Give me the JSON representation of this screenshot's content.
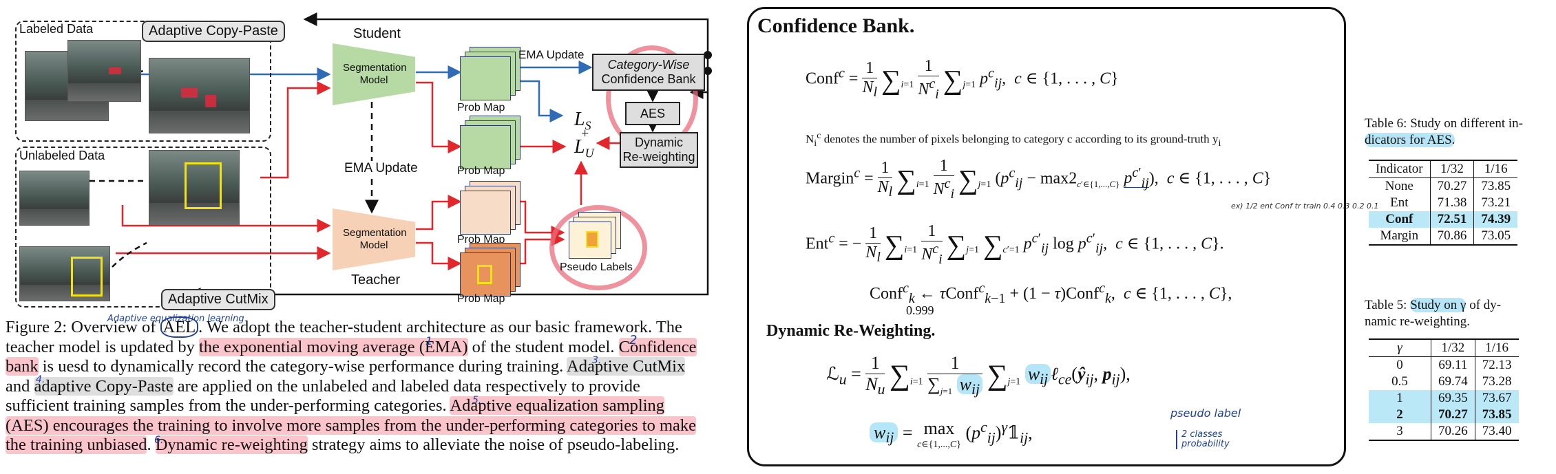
{
  "figure": {
    "labeled_data": "Labeled Data",
    "unlabeled_data": "Unlabeled Data",
    "adaptive_copy_paste": "Adaptive Copy-Paste",
    "adaptive_cutmix": "Adaptive CutMix",
    "student": "Student",
    "teacher": "Teacher",
    "segmentation_model": "Segmentation Model",
    "ema_update_top": "EMA Update",
    "ema_update_mid": "EMA   Update",
    "prob_map": "Prob Map",
    "pseudo_labels": "Pseudo Labels",
    "confidence_bank_line1": "Category-Wise",
    "confidence_bank_line2": "Confidence Bank",
    "aes": "AES",
    "dynamic_reweighting_line1": "Dynamic",
    "dynamic_reweighting_line2": "Re-weighting",
    "loss_s": "L",
    "loss_s_sub": "S",
    "plus": "+",
    "loss_u": "L",
    "loss_u_sub": "U",
    "colors": {
      "student_model": "#b7d9a4",
      "teacher_model": "#f7d1b5",
      "blue_arrow": "#2f6cb5",
      "red_arrow": "#e3262b",
      "yellow_box": "#f3e11a"
    }
  },
  "caption": {
    "line1_a": "Figure 2: Overview of ",
    "line1_ael": "AEL",
    "line1_b": ". We adopt the teacher-student architecture as our basic framework. The",
    "line2_a": "teacher model is updated by ",
    "line2_hl": "the exponential moving average (EMA)",
    "line2_b": " of the student model. ",
    "line2_hl2": "Confidence",
    "line3_hl": "bank",
    "line3_b": " is uesd to dynamically record the category-wise performance during training. ",
    "line3_hl2": "Adaptive CutMix",
    "line4_a": "and ",
    "line4_hl": "adaptive Copy-Paste",
    "line4_b": " are applied on the unlabeled and labeled data respectively to provide",
    "line5": "sufficient training samples from the under-performing categories. ",
    "line5_hl": "Adaptive equalization sampling",
    "line6_hl": "(AES) encourages the training to involve more samples from the under-performing categories to make",
    "line7_hl": "the training unbiased",
    "line7_b": ". ",
    "line7_hl2": "Dynamic re-weighting",
    "line7_c": " strategy aims to alleviate the noise of pseudo-labeling."
  },
  "annotations": {
    "ael_expansion": "Adaptive equalization learning",
    "num1": "1",
    "num2": "2",
    "num3": "3.",
    "num4": "4.",
    "num5": "5.",
    "num6": "6.",
    "pseudo_label": "pseudo label",
    "class_prob_line1": "2 classes",
    "class_prob_line2": "probability",
    "side_note": "ex) 1/2  ent  Conf  tr  train   0.4  0.3  0.2  0.1",
    "tau_value": "0.999"
  },
  "panel": {
    "title": "Confidence Bank.",
    "conf_note": "denotes the number of pixels belonging to category c according to its ground-truth",
    "conf_note_sym": "N",
    "conf_note_sub": "i",
    "conf_note_sup": "c",
    "conf_note_y": "y",
    "conf_note_ysub": "i",
    "dynamic_title": "Dynamic Re-Weighting."
  },
  "table6": {
    "caption_a": "Table 6: Study on different in-",
    "caption_b": "dicators for AES.",
    "headers": [
      "Indicator",
      "1/32",
      "1/16"
    ],
    "rows": [
      [
        "None",
        "70.27",
        "73.85"
      ],
      [
        "Ent",
        "71.38",
        "73.21"
      ],
      [
        "Conf",
        "72.51",
        "74.39"
      ],
      [
        "Margin",
        "70.86",
        "73.05"
      ]
    ]
  },
  "table5": {
    "caption_a": "Table 5: ",
    "caption_hl": "Study on γ",
    "caption_b": " of dy-",
    "caption_c": "namic re-weighting.",
    "headers": [
      "γ",
      "1/32",
      "1/16"
    ],
    "rows": [
      [
        "0",
        "69.11",
        "72.13"
      ],
      [
        "0.5",
        "69.74",
        "73.28"
      ],
      [
        "1",
        "69.35",
        "73.67"
      ],
      [
        "2",
        "70.27",
        "73.85"
      ],
      [
        "3",
        "70.26",
        "73.40"
      ]
    ]
  }
}
